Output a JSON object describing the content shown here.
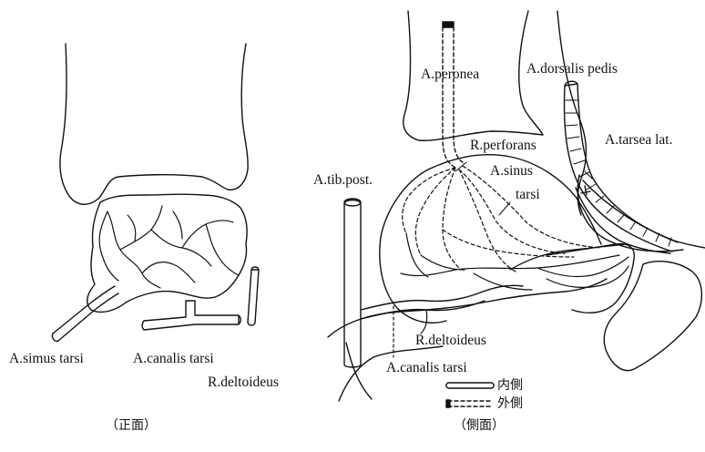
{
  "front_view": {
    "caption": "（正面）",
    "labels": {
      "sinus": "A.simus tarsi",
      "canalis": "A.canalis tarsi",
      "deltoideus": "R.deltoideus"
    }
  },
  "side_view": {
    "caption": "（側面）",
    "labels": {
      "peronea": "A.peronea",
      "dorsalis": "A.dorsalis pedis",
      "perforans": "R.perforans",
      "tarsea_lat": "A.tarsea lat.",
      "sinus_line1": "A.sinus",
      "sinus_line2": "tarsi",
      "tib_post": "A.tib.post.",
      "deltoideus": "R.deltoideus",
      "canalis": "A.canalis tarsi"
    },
    "legend": {
      "medial": "内側",
      "lateral": "外側"
    }
  },
  "colors": {
    "ink": "#111111",
    "background": "#ffffff"
  }
}
